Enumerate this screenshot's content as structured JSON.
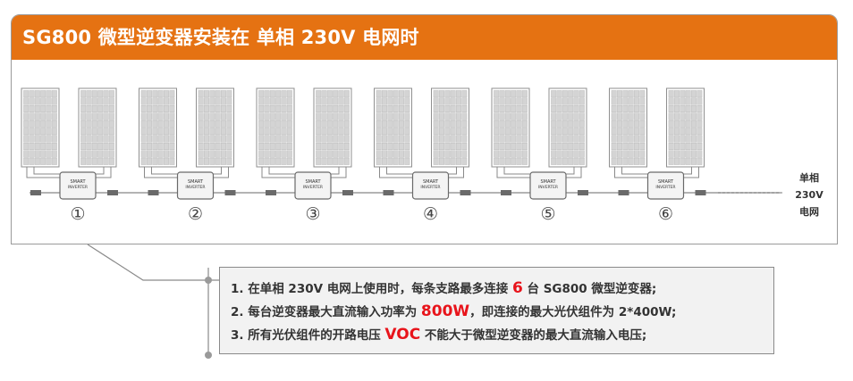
{
  "header": {
    "title": "SG800 微型逆变器安装在 单相 230V 电网时"
  },
  "diagram": {
    "inverter_label_top": "SMART",
    "inverter_label_bottom": "INVERTER",
    "unit_numbers": [
      "①",
      "②",
      "③",
      "④",
      "⑤",
      "⑥"
    ],
    "grid_label": [
      "单相",
      "230V",
      "电网"
    ]
  },
  "notes": [
    {
      "pre": "1. 在单相 230V 电网上使用时，每条支路最多连接 ",
      "highlight": "6",
      "post": " 台 SG800 微型逆变器;"
    },
    {
      "pre": "2. 每台逆变器最大直流输入功率为 ",
      "highlight": "800W",
      "post": "，即连接的最大光伏组件为 2*400W;"
    },
    {
      "pre": "3. 所有光伏组件的开路电压 ",
      "highlight": "VOC",
      "post": " 不能大于微型逆变器的最大直流输入电压;"
    }
  ],
  "colors": {
    "header_bg": "#e57212",
    "highlight": "#e8141b",
    "panel_cell": "#d4d4d4",
    "panel_border": "#8f8f8f"
  }
}
